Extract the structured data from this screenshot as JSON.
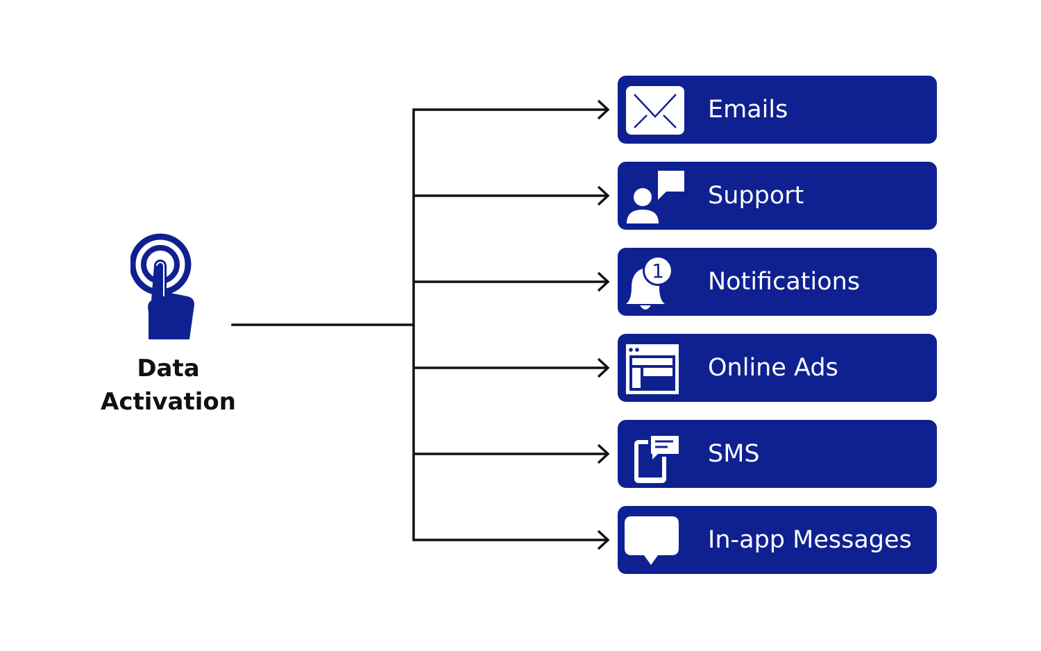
{
  "source": {
    "label_line1": "Data",
    "label_line2": "Activation",
    "icon": "tap-finger-icon"
  },
  "colors": {
    "brand": "#0f2191",
    "line": "#111111",
    "text_on_brand": "#ffffff",
    "background": "#ffffff"
  },
  "channels": [
    {
      "label": "Emails",
      "icon": "envelope-icon"
    },
    {
      "label": "Support",
      "icon": "support-agent-icon"
    },
    {
      "label": "Notifications",
      "icon": "bell-notification-icon",
      "badge": "1"
    },
    {
      "label": "Online Ads",
      "icon": "browser-window-icon"
    },
    {
      "label": "SMS",
      "icon": "phone-message-icon"
    },
    {
      "label": "In-app Messages",
      "icon": "speech-bubble-icon"
    }
  ]
}
